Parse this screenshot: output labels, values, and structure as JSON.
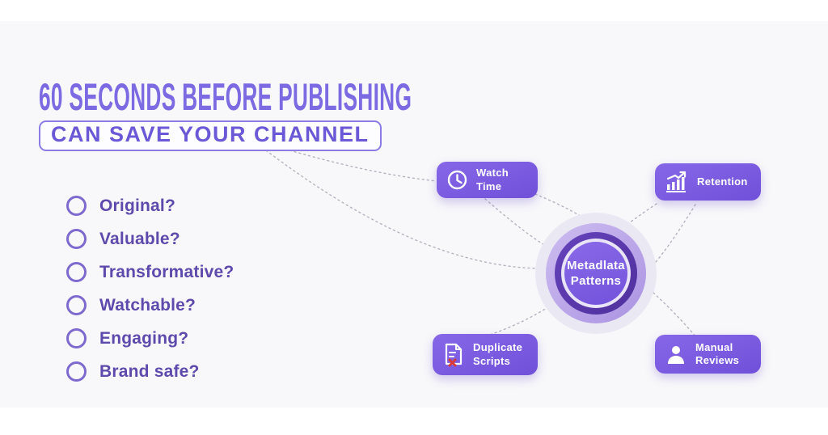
{
  "title": {
    "heading": "60 SECONDS BEFORE PUBLISHING",
    "subheading": "CAN SAVE YOUR CHANNEL"
  },
  "checklist": {
    "items": [
      "Original?",
      "Valuable?",
      "Transformative?",
      "Watchable?",
      "Engaging?",
      "Brand safe?"
    ]
  },
  "hub": {
    "label_line1": "Metadlata",
    "label_line2": "Patterns"
  },
  "nodes": {
    "watch_time": {
      "label": "Watch Time",
      "icon": "clock-icon"
    },
    "retention": {
      "label": "Retention",
      "icon": "bar-chart-trend-icon"
    },
    "duplicate_scripts": {
      "label": "Duplicate Scripts",
      "icon": "document-x-icon"
    },
    "manual_reviews": {
      "label": "Manual Reviews",
      "icon": "user-icon"
    }
  },
  "colors": {
    "title_purple": "#7b6ae2",
    "subtitle_purple": "#6a58d6",
    "checklist_text_purple": "#5e49ac",
    "node_purple": "#7050d8",
    "hub_dark_ring_purple": "#4f2f9c",
    "connector_gray": "#b5b2c0",
    "error_red": "#d83a3a",
    "background": "#f8f8fa"
  }
}
